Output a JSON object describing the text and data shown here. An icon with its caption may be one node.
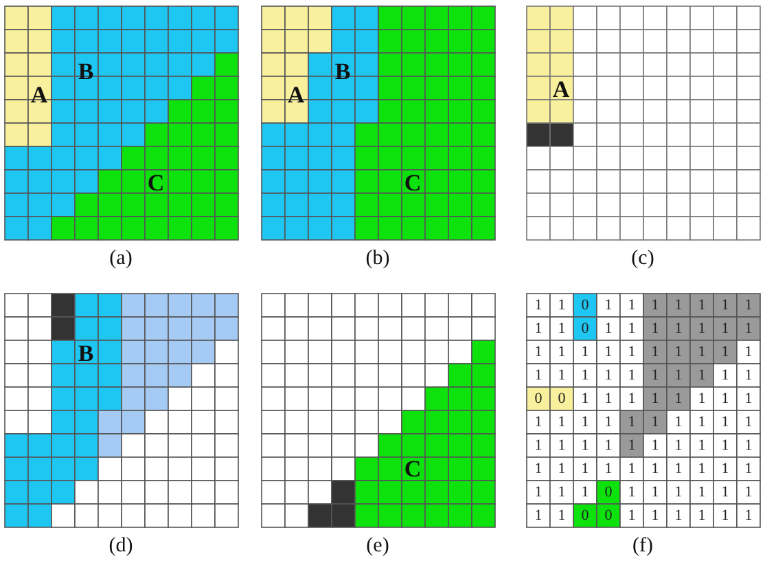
{
  "diagram": {
    "labels": [
      "B",
      "A",
      "C",
      "(a)",
      "B",
      "A",
      "C",
      "(b)",
      "A",
      "(c)",
      "B",
      "(d)",
      "C",
      "(e)",
      "1",
      "1",
      "0",
      "1",
      "1",
      "1",
      "1",
      "1",
      "1",
      "1",
      "1",
      "1",
      "0",
      "1",
      "1",
      "1",
      "1",
      "1",
      "1",
      "1",
      "1",
      "1",
      "1",
      "1",
      "1",
      "1",
      "1",
      "1",
      "1",
      "1",
      "1",
      "1",
      "1",
      "1",
      "1",
      "1",
      "1",
      "1",
      "1",
      "1",
      "0",
      "0",
      "1",
      "1",
      "1",
      "1",
      "1",
      "1",
      "1",
      "1",
      "1",
      "1",
      "1",
      "1",
      "1",
      "1",
      "1",
      "1",
      "1",
      "1",
      "1",
      "1",
      "1",
      "1",
      "1",
      "1",
      "1",
      "1",
      "1",
      "1",
      "1",
      "1",
      "1",
      "1",
      "1",
      "1",
      "1",
      "1",
      "1",
      "1",
      "1",
      "1",
      "1",
      "0",
      "1",
      "1",
      "1",
      "1",
      "1",
      "1",
      "1",
      "1",
      "0",
      "0",
      "1",
      "1",
      "1",
      "1",
      "1",
      "1",
      "(f)"
    ]
  }
}
